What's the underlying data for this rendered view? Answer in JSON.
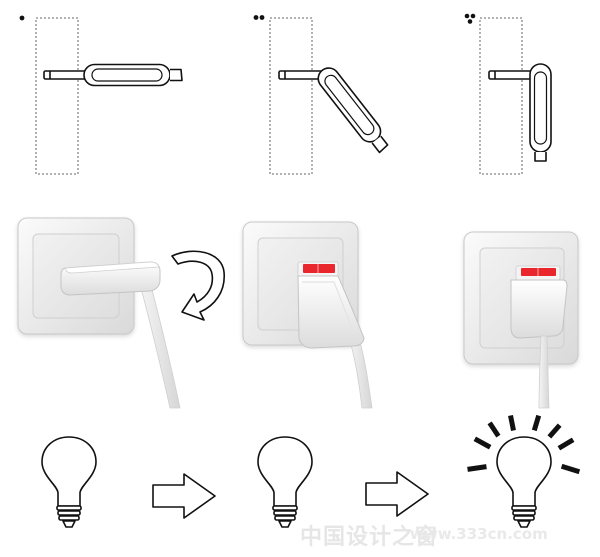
{
  "steps": [
    {
      "index": 1,
      "dots": 1,
      "plug_state": "straight",
      "indicator": false,
      "light": "off"
    },
    {
      "index": 2,
      "dots": 2,
      "plug_state": "tilted",
      "indicator": true,
      "light": "off"
    },
    {
      "index": 3,
      "dots": 3,
      "plug_state": "folded",
      "indicator": true,
      "light": "on"
    }
  ],
  "icons": {
    "rotate": "curved-arrow-icon",
    "flow": "right-arrow-icon",
    "bulb": "light-bulb-icon"
  },
  "colors": {
    "indicator": "#e8262c",
    "line": "#111111"
  },
  "watermark": {
    "title": "中国设计之窗",
    "url": "www.333cn.com"
  }
}
